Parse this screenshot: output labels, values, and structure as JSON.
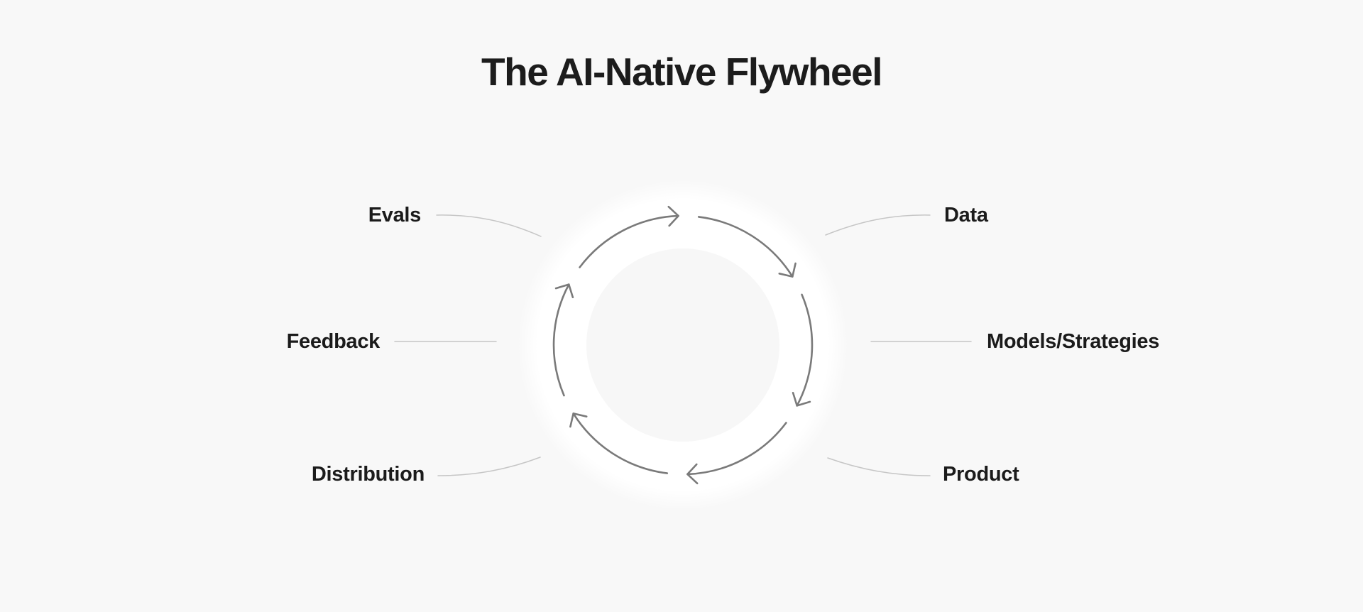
{
  "title": "The AI-Native Flywheel",
  "flywheel": {
    "graphic": "six-segment-clockwise-cycle-arrows",
    "segments": 6,
    "labels": [
      {
        "id": "evals",
        "text": "Evals",
        "side": "left"
      },
      {
        "id": "data",
        "text": "Data",
        "side": "right"
      },
      {
        "id": "feedback",
        "text": "Feedback",
        "side": "left"
      },
      {
        "id": "models-strategies",
        "text": "Models/Strategies",
        "side": "right"
      },
      {
        "id": "distribution",
        "text": "Distribution",
        "side": "left"
      },
      {
        "id": "product",
        "text": "Product",
        "side": "right"
      }
    ]
  },
  "colors": {
    "background": "#f8f8f8",
    "ring": "#ffffff",
    "inner_disc": "#f7f7f7",
    "arrow": "#7a7a7a",
    "connector": "#c6c6c6",
    "text": "#1b1b1b"
  }
}
